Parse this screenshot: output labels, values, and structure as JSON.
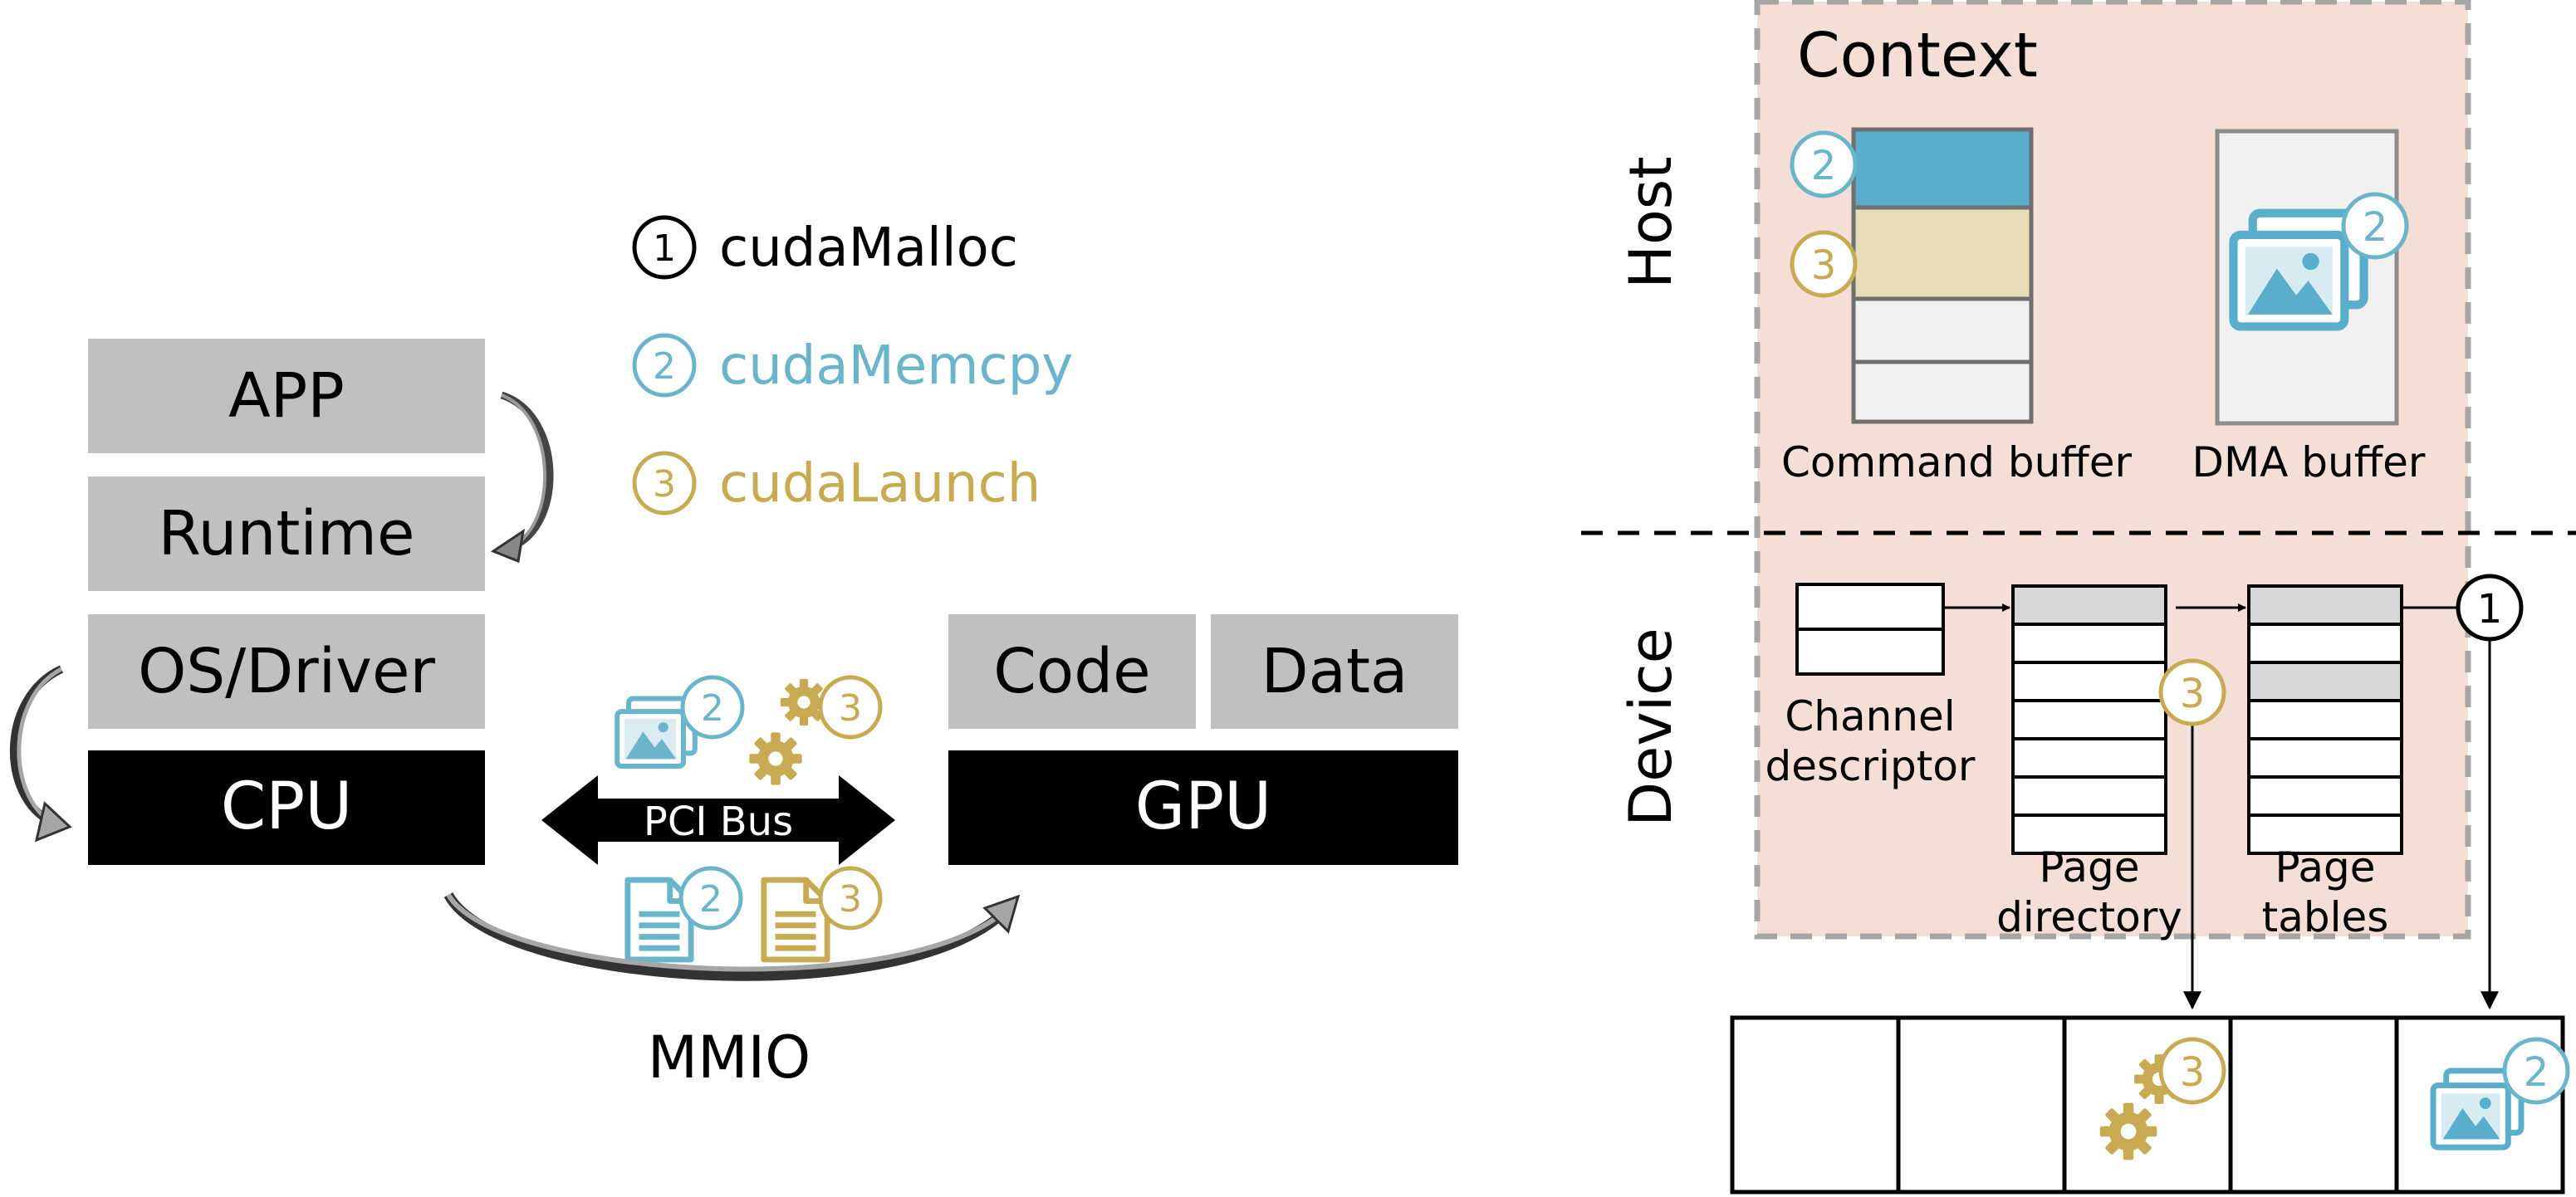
{
  "legend": {
    "item1": {
      "marker": "1",
      "label": "cudaMalloc"
    },
    "item2": {
      "marker": "2",
      "label": "cudaMemcpy"
    },
    "item3": {
      "marker": "3",
      "label": "cudaLaunch"
    }
  },
  "stack": {
    "app": "APP",
    "runtime": "Runtime",
    "os_driver": "OS/Driver",
    "cpu": "CPU"
  },
  "gpu_side": {
    "code": "Code",
    "data": "Data",
    "gpu": "GPU"
  },
  "bus": {
    "pci_label": "PCI Bus",
    "mmio_label": "MMIO"
  },
  "host": {
    "side_label": "Host",
    "context_title": "Context",
    "command_buffer_label": "Command buffer",
    "dma_buffer_label": "DMA buffer"
  },
  "device": {
    "side_label": "Device",
    "channel_descriptor_line1": "Channel",
    "channel_descriptor_line2": "descriptor",
    "page_directory_line1": "Page",
    "page_directory_line2": "directory",
    "page_tables_line1": "Page",
    "page_tables_line2": "tables"
  },
  "markers": {
    "one": "1",
    "two": "2",
    "three": "3"
  },
  "colors": {
    "black": "#000000",
    "gray_box": "#c0c0c0",
    "memcpy_blue": "#6ab4cc",
    "launch_gold": "#c8aa52",
    "command_blue": "#5aaecb",
    "command_gold": "#e6ddb6",
    "context_fill": "#f5ded6",
    "context_border": "#a6a6a6",
    "row_gray": "#d8d8d8",
    "light_fill": "#f1f1f1"
  },
  "icons": [
    "image-icon",
    "gear-icon",
    "document-icon",
    "circled-number-marker"
  ]
}
